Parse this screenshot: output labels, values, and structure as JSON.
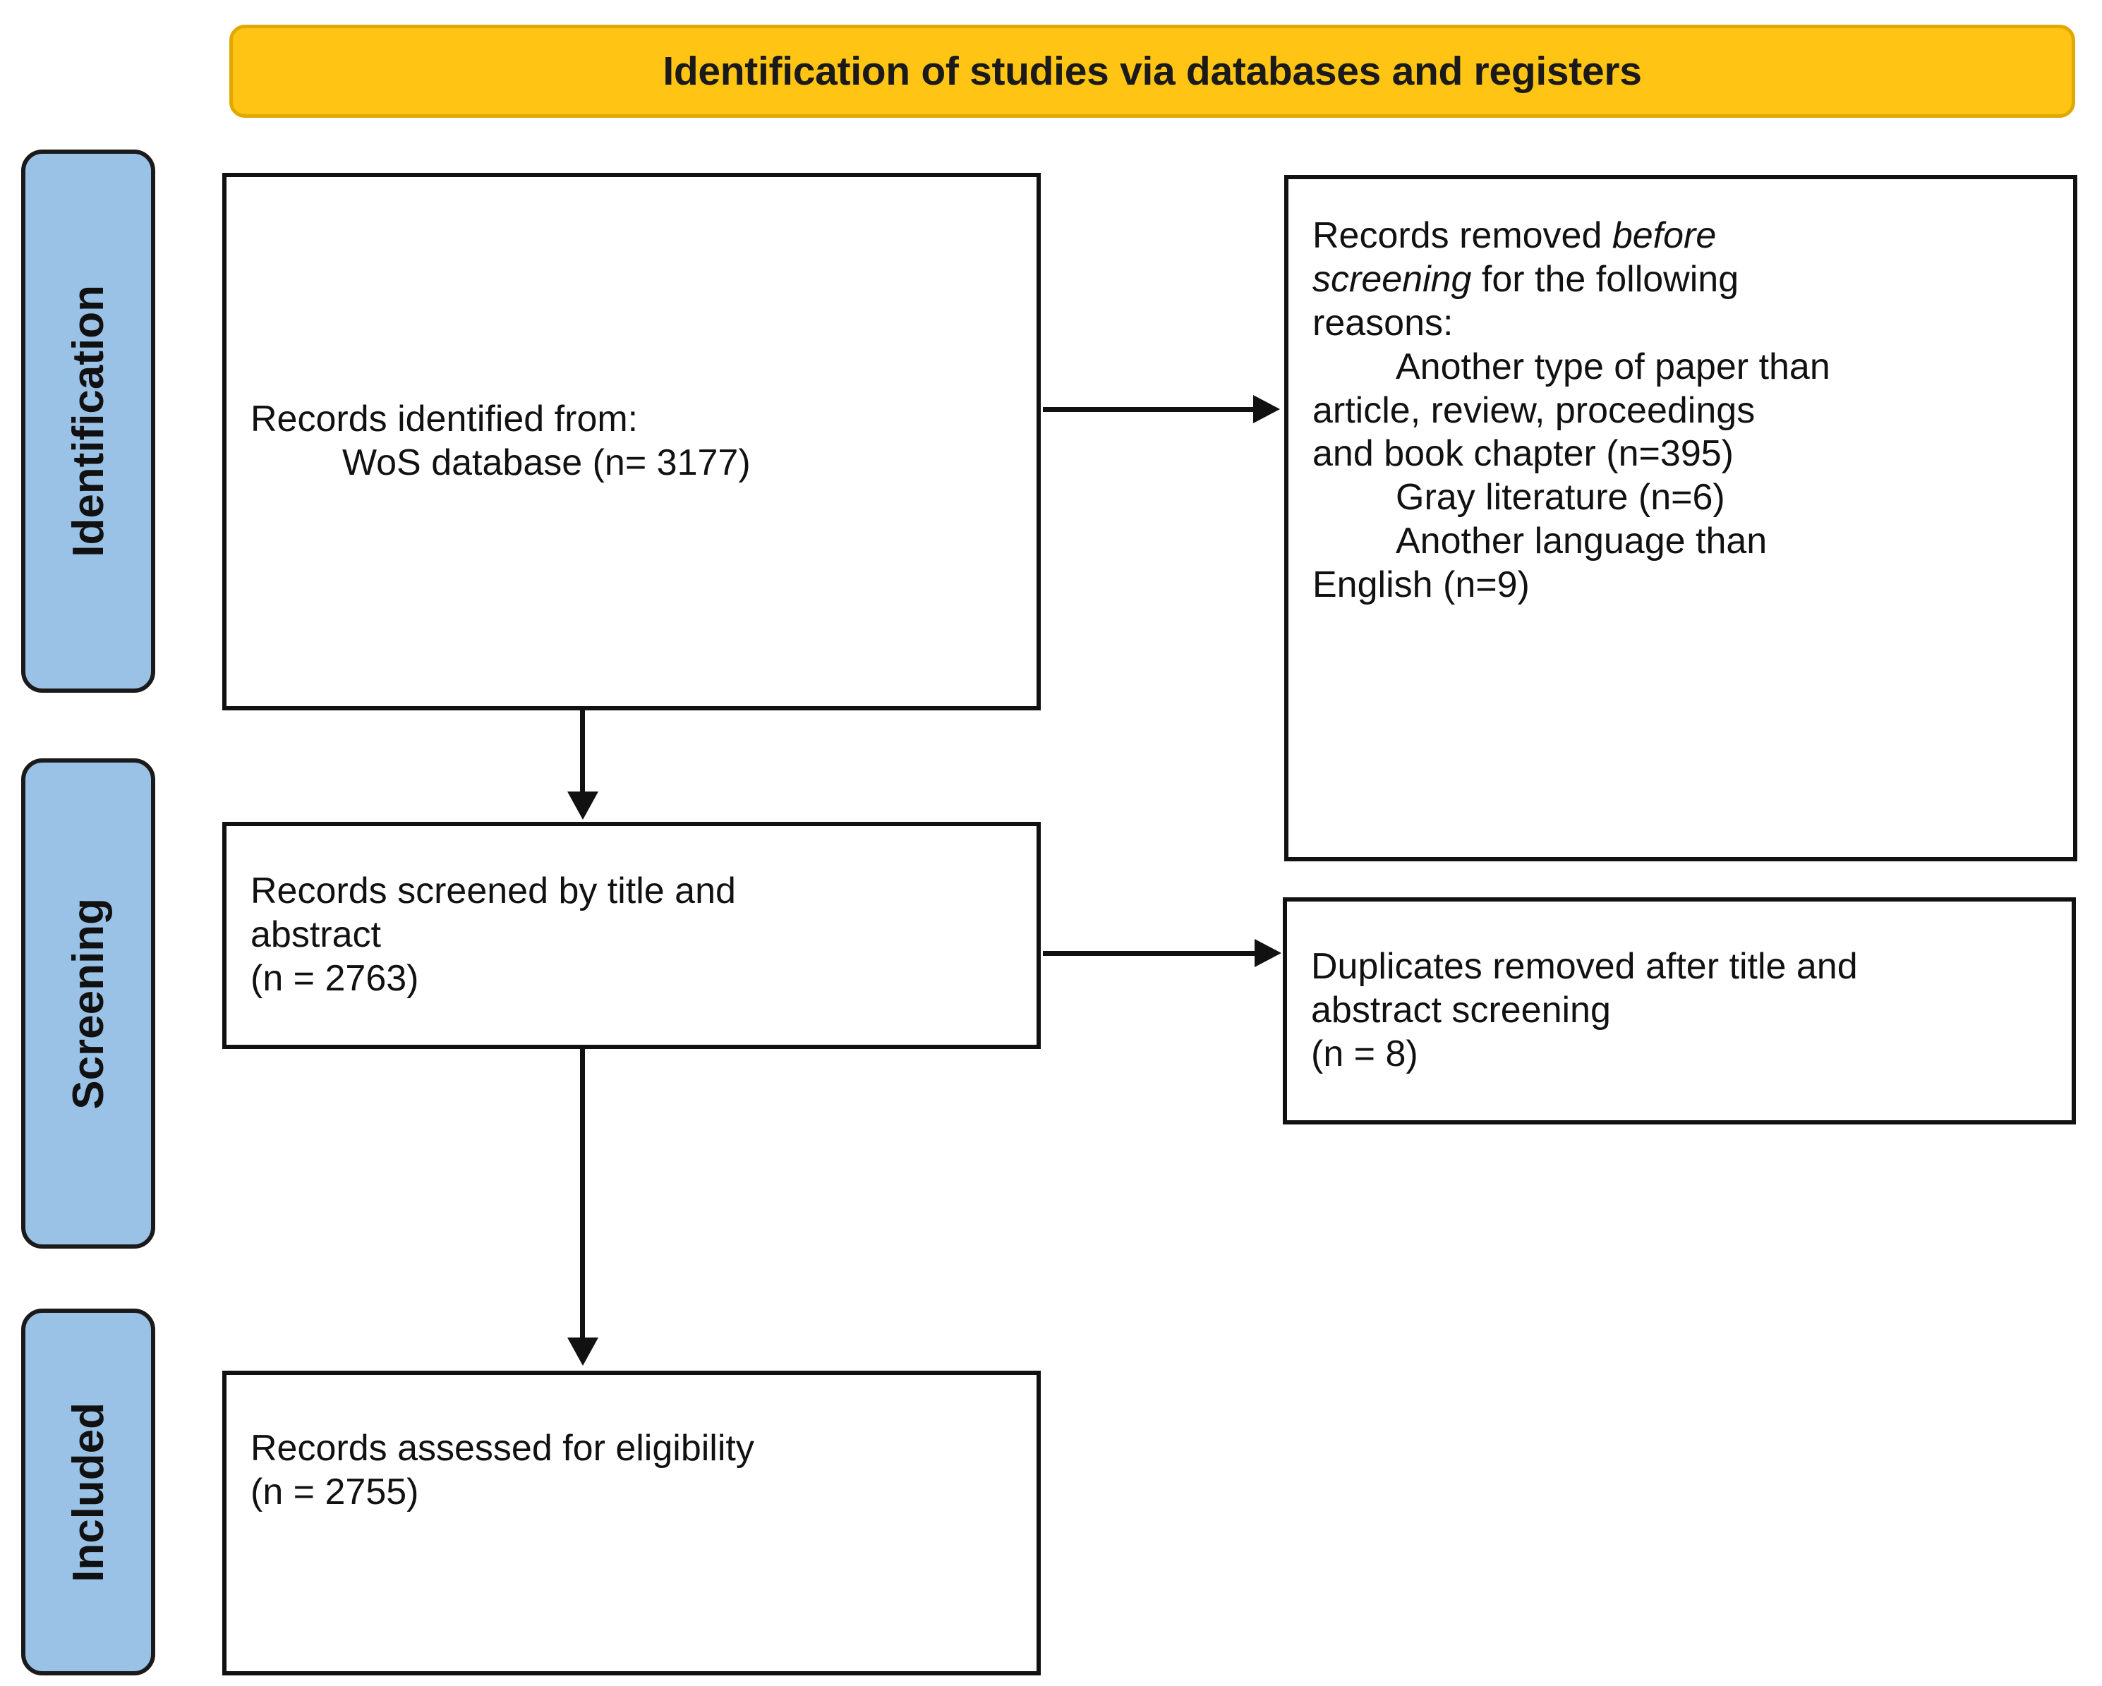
{
  "banner": {
    "title": "Identification of studies via databases and registers",
    "fill_color": "#FFC414",
    "border_color": "#E0A800"
  },
  "stages": {
    "fill_color": "#9AC1E6",
    "items": [
      {
        "id": "identification",
        "label": "Identification"
      },
      {
        "id": "screening",
        "label": "Screening"
      },
      {
        "id": "included",
        "label": "Included"
      }
    ]
  },
  "boxes": {
    "identified": {
      "line1": "Records identified from:",
      "line2": "WoS database (n= 3177)"
    },
    "removed": {
      "line1_a": "Records removed ",
      "line1_em": "before",
      "line2_em": "screening",
      "line2_b": " for the following",
      "line3": "reasons:",
      "line4": "Another type of paper than",
      "line5": "article, review, proceedings",
      "line6": "and book chapter (n=395)",
      "line7": "Gray literature (n=6)",
      "line8": "Another language than",
      "line9": "English (n=9)"
    },
    "screened": {
      "line1": "Records screened by title and",
      "line2": "abstract",
      "line3": "(n = 2763)"
    },
    "duplicates": {
      "line1": "Duplicates removed after title and",
      "line2": "abstract screening",
      "line3": "(n = 8)"
    },
    "eligibility": {
      "line1": "Records assessed for eligibility",
      "line2": "(n = 2755)"
    }
  },
  "chart_data": {
    "type": "diagram",
    "title": "Identification of studies via databases and registers",
    "diagram_kind": "PRISMA flow diagram",
    "stages": [
      "Identification",
      "Screening",
      "Included"
    ],
    "nodes": [
      {
        "id": "identified",
        "stage": "Identification",
        "label": "Records identified from: WoS database (n= 3177)",
        "n": 3177
      },
      {
        "id": "removed",
        "stage": "Identification",
        "label": "Records removed before screening for the following reasons",
        "reasons": [
          {
            "label": "Another type of paper than article, review, proceedings and book chapter",
            "n": 395
          },
          {
            "label": "Gray literature",
            "n": 6
          },
          {
            "label": "Another language than English",
            "n": 9
          }
        ]
      },
      {
        "id": "screened",
        "stage": "Screening",
        "label": "Records screened by title and abstract",
        "n": 2763
      },
      {
        "id": "duplicates",
        "stage": "Screening",
        "label": "Duplicates removed after title and abstract screening",
        "n": 8
      },
      {
        "id": "eligibility",
        "stage": "Included",
        "label": "Records assessed for eligibility",
        "n": 2755
      }
    ],
    "edges": [
      {
        "from": "identified",
        "to": "removed",
        "direction": "right"
      },
      {
        "from": "identified",
        "to": "screened",
        "direction": "down"
      },
      {
        "from": "screened",
        "to": "duplicates",
        "direction": "right"
      },
      {
        "from": "screened",
        "to": "eligibility",
        "direction": "down"
      }
    ]
  }
}
